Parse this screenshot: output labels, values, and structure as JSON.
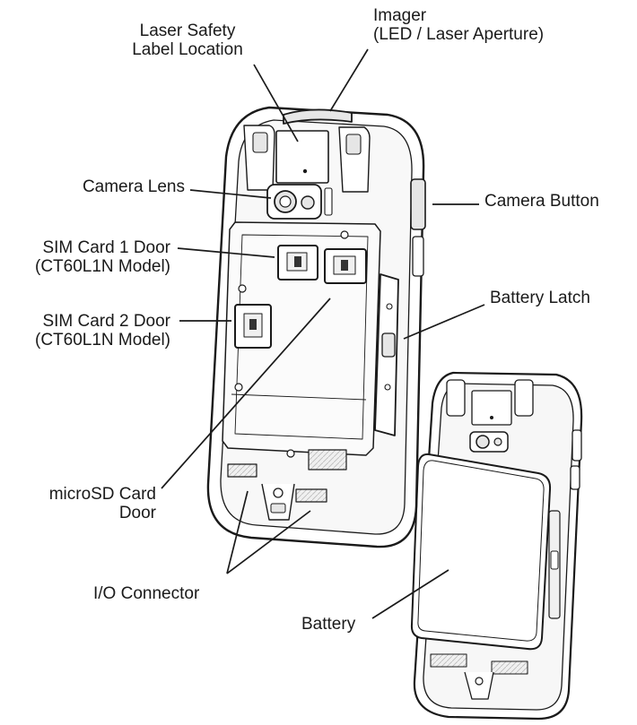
{
  "callouts": {
    "laser_safety": {
      "line1": "Laser Safety",
      "line2": "Label Location"
    },
    "imager": {
      "line1": "Imager",
      "line2": "(LED / Laser Aperture)"
    },
    "camera_lens": {
      "text": "Camera Lens"
    },
    "camera_button": {
      "text": "Camera Button"
    },
    "sim1": {
      "line1": "SIM Card 1 Door",
      "line2": "(CT60L1N Model)"
    },
    "battery_latch": {
      "text": "Battery Latch"
    },
    "sim2": {
      "line1": "SIM Card 2 Door",
      "line2": "(CT60L1N Model)"
    },
    "microsd": {
      "line1": "microSD Card",
      "line2": "Door"
    },
    "io_connector": {
      "text": "I/O Connector"
    },
    "battery": {
      "text": "Battery"
    }
  },
  "colors": {
    "line": "#1a1a1a",
    "device_fill": "#ffffff",
    "shade": "#e6e6e6",
    "dark": "#333333"
  }
}
